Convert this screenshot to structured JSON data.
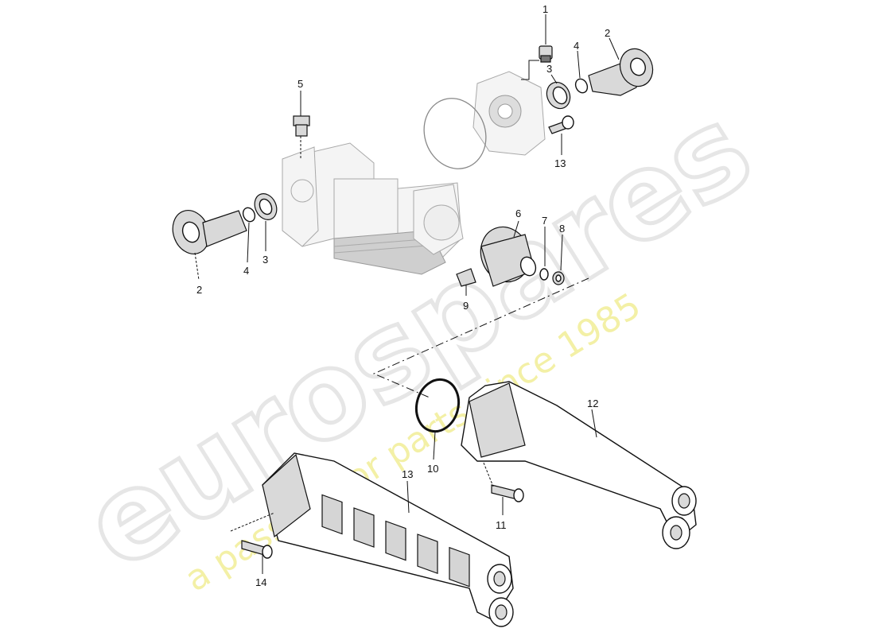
{
  "watermark": {
    "brand": "eurospares",
    "tagline": "a passion for parts since 1985"
  },
  "callouts": {
    "p1": "1",
    "p2_top": "2",
    "p3_top": "3",
    "p4_top": "4",
    "p5": "5",
    "p13_top": "13",
    "p6": "6",
    "p7": "7",
    "p8": "8",
    "p9": "9",
    "p2_left": "2",
    "p4_left": "4",
    "p3_left": "3",
    "p10": "10",
    "p12": "12",
    "p13_bottom": "13",
    "p11": "11",
    "p14": "14"
  }
}
